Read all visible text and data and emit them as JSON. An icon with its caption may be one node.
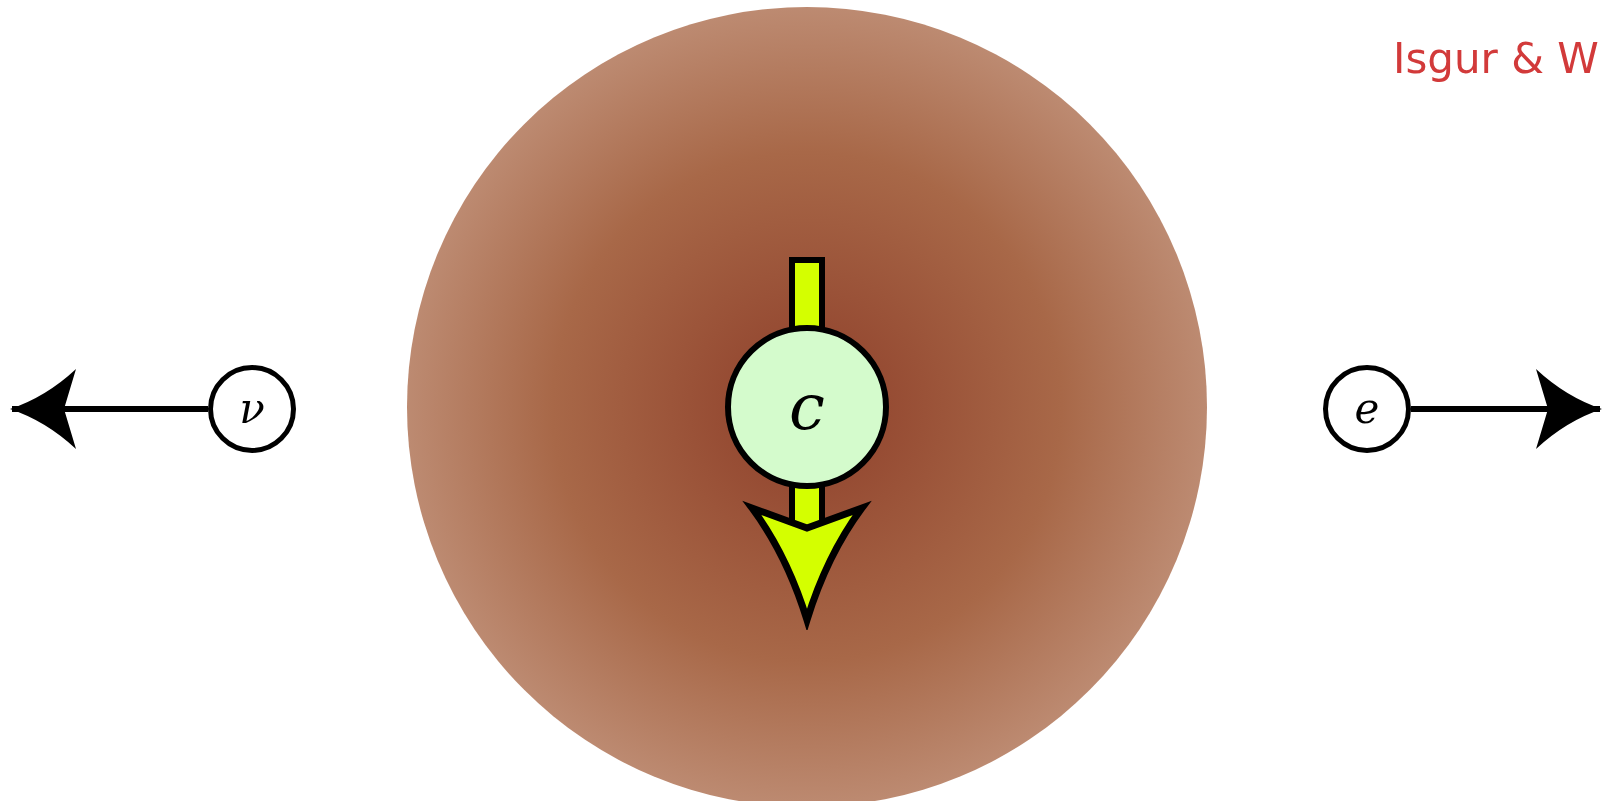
{
  "diagram": {
    "nodes": [
      {
        "text": [],
        "shape": "circle"
      },
      {
        "text": [
          "c"
        ],
        "in": 0
      },
      {
        "text": [
          "ν"
        ]
      },
      {
        "text": [
          "e"
        ]
      }
    ],
    "edges": [
      {
        "from": 2,
        "to": null,
        "arrow": "to"
      },
      {
        "from": 3,
        "to": null,
        "arrow": "to"
      }
    ],
    "labels": [
      "Isgur & W"
    ]
  }
}
